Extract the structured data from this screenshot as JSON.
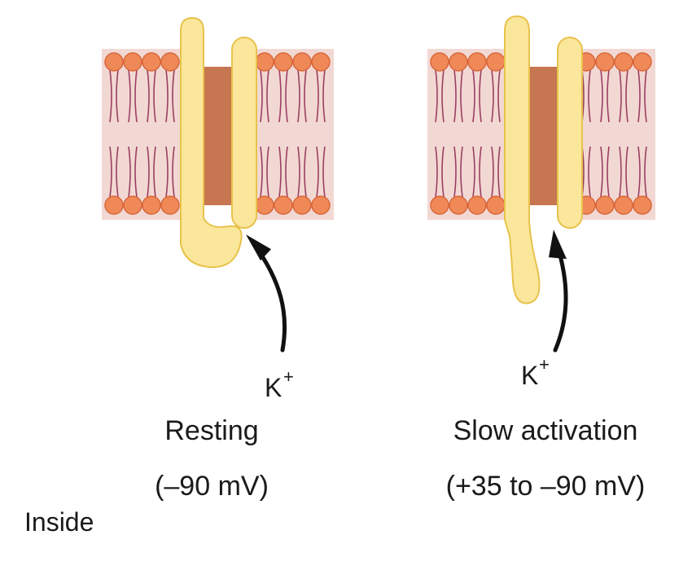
{
  "colors": {
    "membrane": "#f2d8d3",
    "phospholipid_head": "#ef8a58",
    "phospholipid_head_edge": "#d9663a",
    "lipid_tail": "#9b3f62",
    "pore": "#c67650",
    "channel_protein": "#fbe79b",
    "channel_protein_edge": "#e8c24c",
    "arrow": "#111111",
    "text": "#1a1a1a"
  },
  "panels": [
    {
      "state": "resting",
      "ion_label": "K",
      "ion_charge": "+",
      "caption_line1": "Resting",
      "caption_line2": "(–90 mV)",
      "gate": "closed"
    },
    {
      "state": "slow-activation",
      "ion_label": "K",
      "ion_charge": "+",
      "caption_line1": "Slow activation",
      "caption_line2": "(+35 to –90 mV)",
      "gate": "open"
    }
  ],
  "side_label": "Inside"
}
